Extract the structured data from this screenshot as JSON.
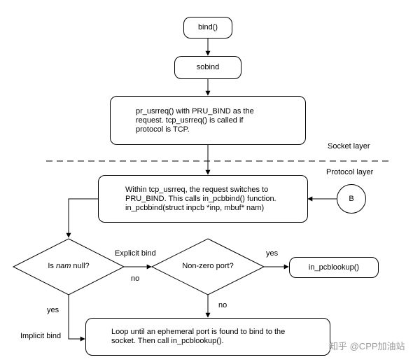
{
  "nodes": {
    "bind": "bind()",
    "sobind": "sobind",
    "pr_usrreq": [
      "pr_usrreq() with PRU_BIND as the",
      "request.  tcp_usrreq() is called if",
      "protocol is TCP."
    ],
    "tcp_usrreq": [
      "Within tcp_usrreq, the request switches to",
      "PRU_BIND. This calls in_pcbbind() function.",
      "in_pcbbind(struct inpcb *inp, mbuf* nam)"
    ],
    "connector_b": "B",
    "is_nam_null": {
      "pre": "Is ",
      "em": "nam",
      "post": " null?"
    },
    "nonzero_port": "Non-zero port?",
    "in_pcblookup": "in_pcblookup()",
    "loop": [
      "Loop until an ephemeral port is found to bind to the",
      "socket.  Then call in_pcblookup()."
    ]
  },
  "layers": {
    "socket": "Socket layer",
    "protocol": "Protocol layer"
  },
  "edge_labels": {
    "explicit_bind": "Explicit bind",
    "no_left": "no",
    "yes_right": "yes",
    "no_down": "no",
    "yes_down": "yes",
    "implicit_bind": "Implicit bind"
  },
  "watermark": "知乎 @CPP加油站"
}
